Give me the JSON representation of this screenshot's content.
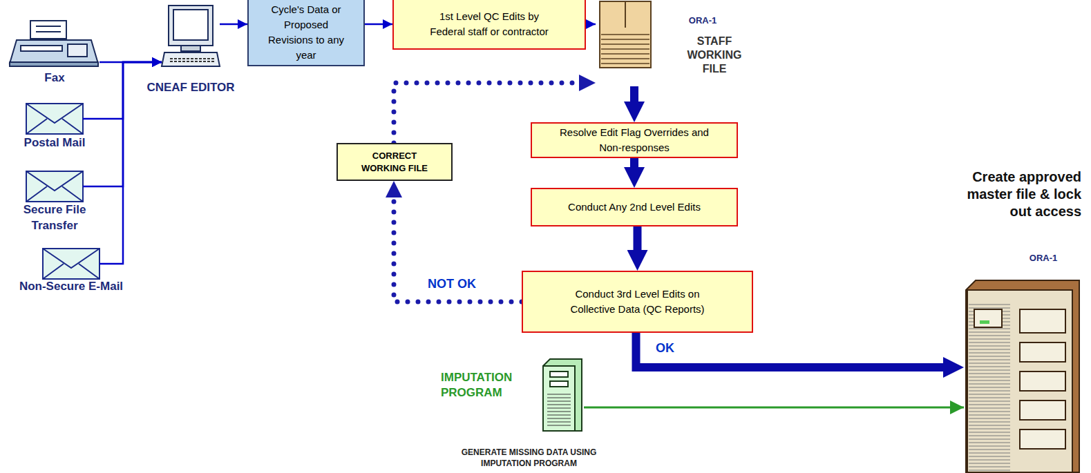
{
  "diagram": {
    "nodes": [
      {
        "text": [
          "Fax"
        ]
      },
      {
        "text": [
          "Postal Mail"
        ]
      },
      {
        "text": [
          "Secure File Transfer"
        ]
      },
      {
        "text": [
          "Non-Secure E-Mail"
        ]
      },
      {
        "text": [
          "CNEAF EDITOR"
        ]
      },
      {
        "text": [
          "Cycle's Data or Proposed Revisions to any year"
        ]
      },
      {
        "text": [
          "1st Level QC Edits by Federal staff or contractor"
        ]
      },
      {
        "text": [
          "ORA-1",
          "STAFF WORKING FILE"
        ]
      },
      {
        "text": [
          "Resolve Edit Flag Overrides and Non-responses"
        ]
      },
      {
        "text": [
          "Conduct Any 2nd Level Edits"
        ]
      },
      {
        "text": [
          "Conduct 3rd Level Edits on Collective Data (QC Reports)"
        ]
      },
      {
        "text": [
          "CORRECT WORKING FILE"
        ]
      },
      {
        "text": [
          "IMPUTATION PROGRAM",
          "GENERATE MISSING DATA USING IMPUTATION PROGRAM"
        ]
      },
      {
        "text": [
          "Create approved master file & lock out access",
          "ORA-1"
        ]
      }
    ],
    "edges": [
      {
        "from": 0,
        "to": 4,
        "arrow": "to"
      },
      {
        "from": 1,
        "to": 4,
        "arrow": "to"
      },
      {
        "from": 2,
        "to": 4,
        "arrow": "to"
      },
      {
        "from": 3,
        "to": 4,
        "arrow": "to"
      },
      {
        "from": 4,
        "to": 5,
        "arrow": "to"
      },
      {
        "from": 5,
        "to": 6,
        "arrow": "to"
      },
      {
        "from": 6,
        "to": 7,
        "arrow": "to"
      },
      {
        "from": 7,
        "to": 8,
        "arrow": "to"
      },
      {
        "from": 8,
        "to": 9,
        "arrow": "to"
      },
      {
        "from": 9,
        "to": 10,
        "arrow": "to"
      },
      {
        "from": 10,
        "to": 11,
        "label": "NOT OK",
        "arrow": "to"
      },
      {
        "from": 11,
        "to": 7,
        "arrow": "to"
      },
      {
        "from": 10,
        "to": 13,
        "label": "OK",
        "arrow": "to"
      },
      {
        "from": 12,
        "to": 13,
        "arrow": "to"
      }
    ]
  }
}
